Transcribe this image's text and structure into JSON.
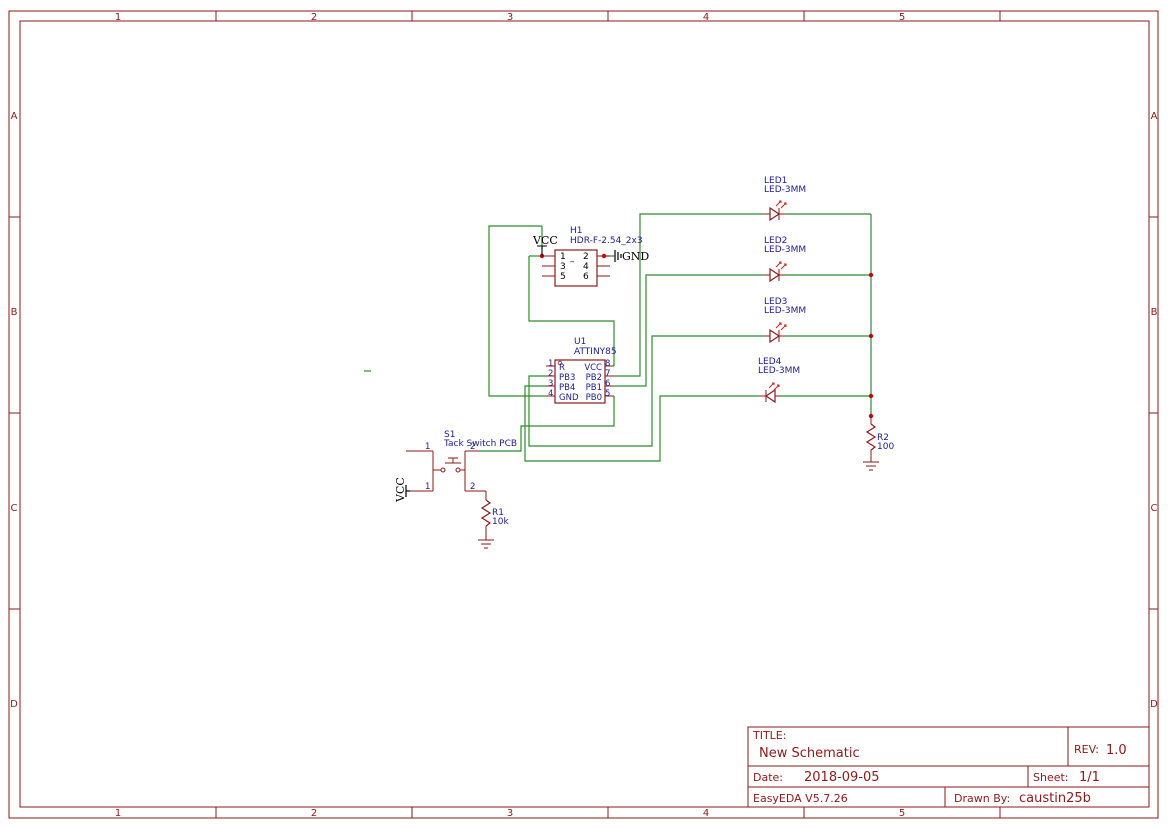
{
  "frame": {
    "col_labels": [
      "1",
      "2",
      "3",
      "4",
      "5"
    ],
    "row_labels": [
      "A",
      "B",
      "C",
      "D"
    ]
  },
  "components": {
    "h1": {
      "ref": "H1",
      "value": "HDR-F-2.54_2x3",
      "pins": [
        "1",
        "2",
        "3",
        "4",
        "5",
        "6"
      ],
      "dash": "–"
    },
    "u1": {
      "ref": "U1",
      "value": "ATTINY85",
      "pin_numbers": [
        "1",
        "2",
        "3",
        "4",
        "8",
        "7",
        "6",
        "5"
      ],
      "left_names": [
        "R",
        "PB3",
        "PB4",
        "GND"
      ],
      "right_names": [
        "VCC",
        "PB2",
        "PB1",
        "PB0"
      ]
    },
    "s1": {
      "ref": "S1",
      "value": "Tack Switch PCB",
      "pins": [
        "1",
        "2",
        "1",
        "2"
      ]
    },
    "r1": {
      "ref": "R1",
      "value": "10k"
    },
    "r2": {
      "ref": "R2",
      "value": "100"
    },
    "leds": [
      {
        "ref": "LED1",
        "value": "LED-3MM"
      },
      {
        "ref": "LED2",
        "value": "LED-3MM"
      },
      {
        "ref": "LED3",
        "value": "LED-3MM"
      },
      {
        "ref": "LED4",
        "value": "LED-3MM"
      }
    ]
  },
  "nets": {
    "vcc_header": "VCC",
    "gnd_header": "GND",
    "vcc_switch": "VCC"
  },
  "title_block": {
    "title_label": "TITLE:",
    "title": "New Schematic",
    "rev_label": "REV:",
    "rev": "1.0",
    "date_label": "Date:",
    "date": "2018-09-05",
    "sheet_label": "Sheet:",
    "sheet": "1/1",
    "tool": "EasyEDA V5.7.26",
    "drawn_label": "Drawn By:",
    "drawn_by": "caustin25b"
  },
  "colors": {
    "border": "#8b1a1a",
    "wire": "#2e8b2e",
    "junction": "#cc0000",
    "label": "#1c1c8c"
  }
}
